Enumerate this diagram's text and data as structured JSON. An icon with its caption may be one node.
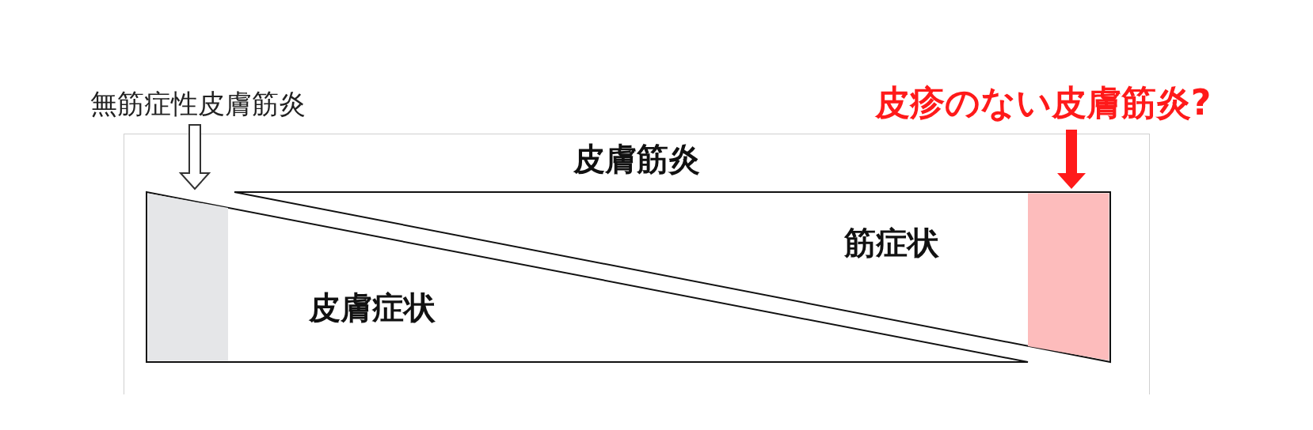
{
  "diagram": {
    "nodes": [
      {
        "text": [
          "無筋症性皮膚筋炎"
        ]
      },
      {
        "text": [
          "皮疹のない皮膚筋炎?"
        ]
      },
      {
        "text": [
          "皮膚症状"
        ]
      },
      {
        "text": [
          "筋症状"
        ]
      },
      {
        "text": [],
        "shape": "bar",
        "in": 2
      },
      {
        "text": [],
        "shape": "bar",
        "in": 3
      }
    ],
    "edges": [
      {
        "from": 0,
        "to": 4,
        "arrow": "to"
      },
      {
        "from": 1,
        "to": 5,
        "arrow": "to",
        "color": "#ff1a1a"
      }
    ],
    "labels": [
      "皮膚筋炎"
    ]
  }
}
